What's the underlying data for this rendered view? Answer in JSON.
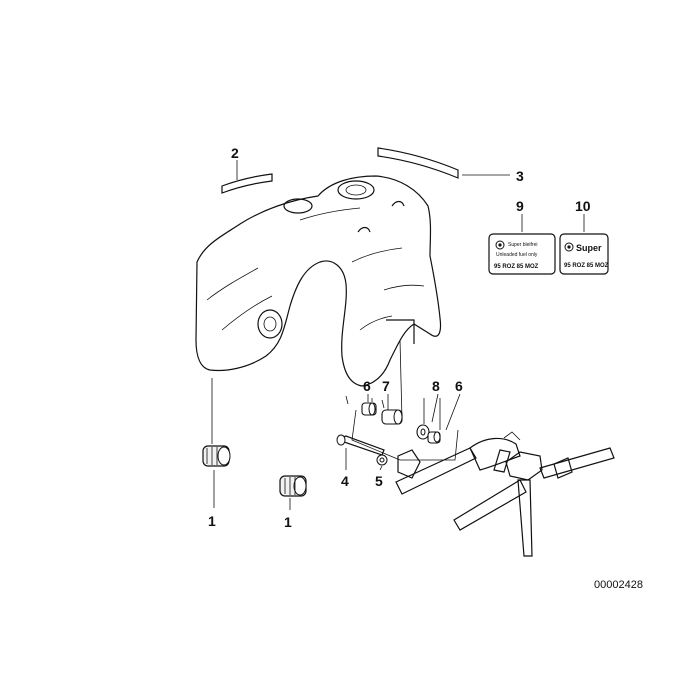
{
  "callouts": {
    "c1a": "1",
    "c1b": "1",
    "c2": "2",
    "c3": "3",
    "c4": "4",
    "c5": "5",
    "c6a": "6",
    "c6b": "6",
    "c7": "7",
    "c8": "8",
    "c9": "9",
    "c10": "10"
  },
  "label9": {
    "line1": "Super bleifrei",
    "line2": "Unleaded fuel only",
    "code": "95 ROZ 85 MOZ"
  },
  "label10": {
    "word": "Super",
    "code": "95 ROZ 85 MOZ"
  },
  "reference_number": "00002428"
}
